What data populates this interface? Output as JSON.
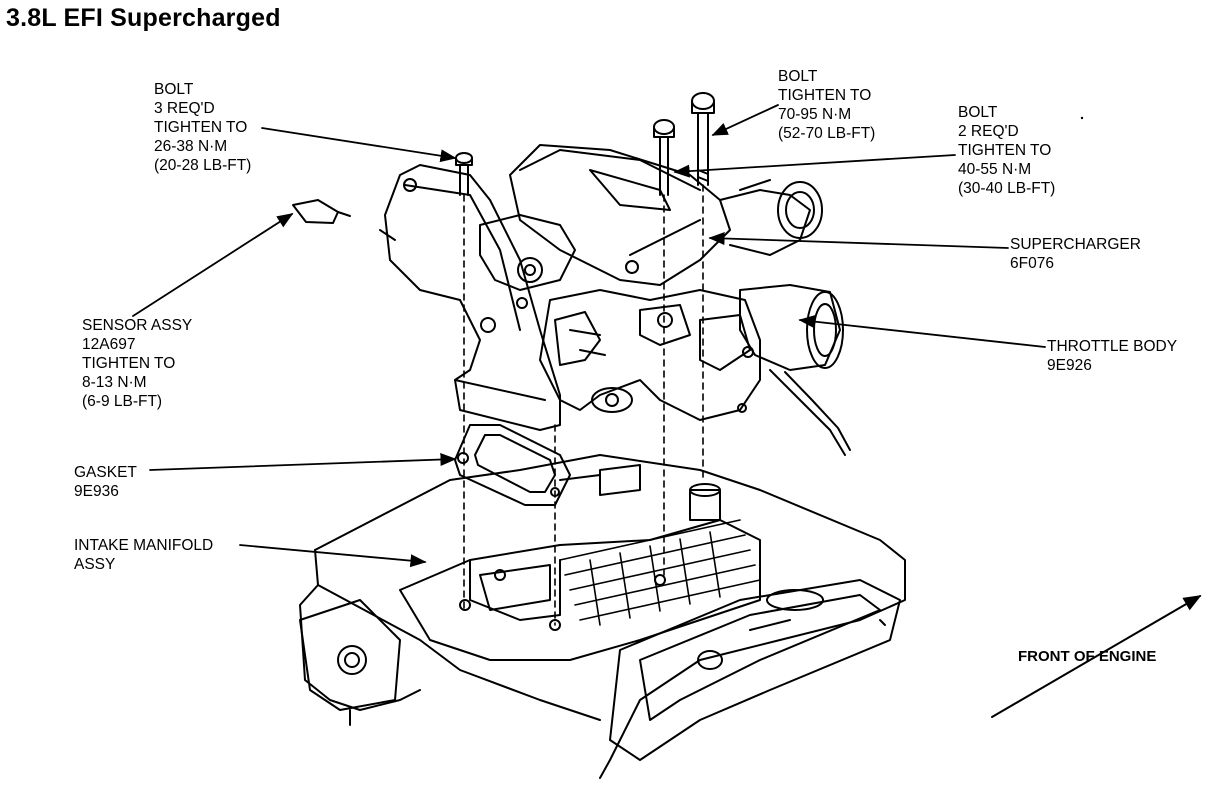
{
  "title": "3.8L EFI Supercharged",
  "callouts": {
    "bolt_left": {
      "lines": [
        "BOLT",
        "3 REQ'D",
        "TIGHTEN TO",
        "26-38 N·m",
        "(20-28 LB-FT)"
      ]
    },
    "bolt_top": {
      "lines": [
        "BOLT",
        "TIGHTEN TO",
        "70-95 N·m",
        "(52-70 LB-FT)"
      ]
    },
    "bolt_right": {
      "lines": [
        "BOLT",
        "2 REQ'D",
        "TIGHTEN TO",
        "40-55 N·m",
        "(30-40 LB-FT)"
      ]
    },
    "supercharger": {
      "lines": [
        "SUPERCHARGER",
        "6F076"
      ]
    },
    "throttle_body": {
      "lines": [
        "THROTTLE BODY",
        "9E926"
      ]
    },
    "sensor": {
      "lines": [
        "SENSOR ASSY",
        "12A697",
        "TIGHTEN TO",
        "8-13 N·m",
        "(6-9 LB-FT)"
      ]
    },
    "gasket": {
      "lines": [
        "GASKET",
        "9E936"
      ]
    },
    "intake_manifold": {
      "lines": [
        "INTAKE MANIFOLD",
        "ASSY"
      ]
    }
  },
  "front_label": "FRONT OF ENGINE",
  "colors": {
    "ink": "#000000",
    "paper": "#ffffff"
  }
}
